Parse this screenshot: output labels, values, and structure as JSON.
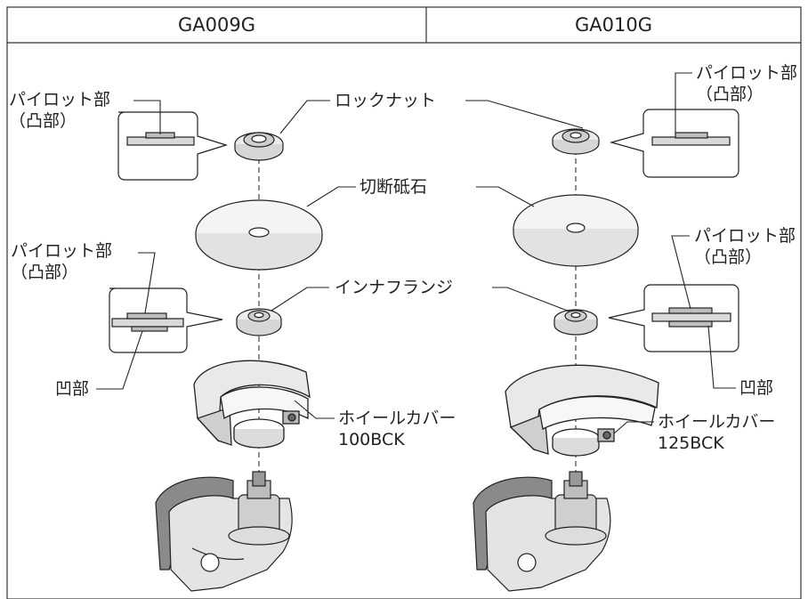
{
  "header": {
    "left_model": "GA009G",
    "right_model": "GA010G"
  },
  "labels": {
    "pilot_left_top_1": "パイロット部",
    "pilot_left_top_2": "（凸部）",
    "lock_nut": "ロックナット",
    "pilot_right_top_1": "パイロット部",
    "pilot_right_top_2": "（凸部）",
    "cutting_disc": "切断砥石",
    "pilot_left_mid_1": "パイロット部",
    "pilot_left_mid_2": "（凸部）",
    "pilot_right_mid_1": "パイロット部",
    "pilot_right_mid_2": "（凸部）",
    "inner_flange": "インナフランジ",
    "recess_left": "凹部",
    "recess_right": "凹部",
    "wheel_cover_left_1": "ホイールカバー",
    "wheel_cover_left_2": "100BCK",
    "wheel_cover_right_1": "ホイールカバー",
    "wheel_cover_right_2": "125BCK"
  }
}
